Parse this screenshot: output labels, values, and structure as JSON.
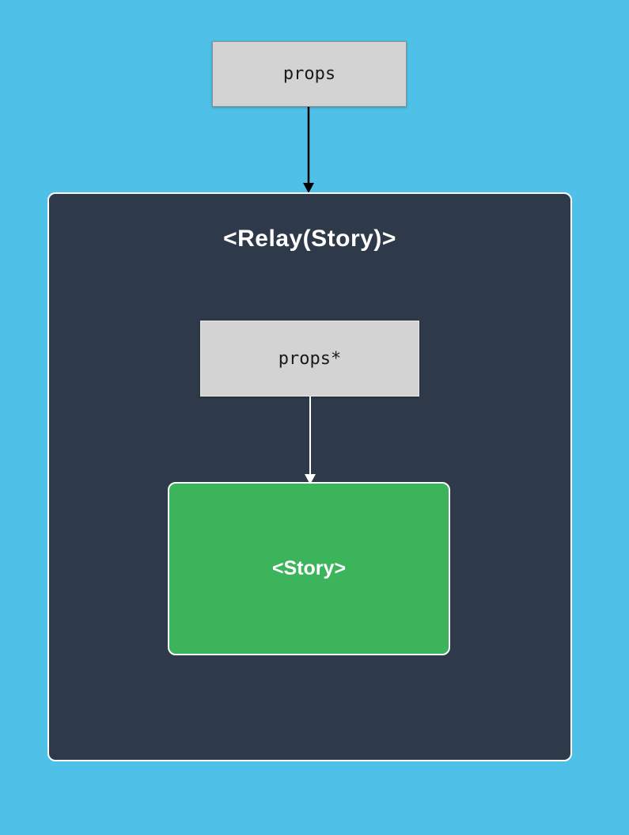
{
  "diagram": {
    "props_box_label": "props",
    "relay_title": "<Relay(Story)>",
    "props_star_label": "props*",
    "story_label": "<Story>"
  },
  "icons": {
    "arrow_props_to_relay": "down-arrow-icon",
    "arrow_props_star_to_story": "down-arrow-icon"
  },
  "colors": {
    "background": "#4FC1E9",
    "panel": "#2E3A49",
    "panel_border": "#FFFFFF",
    "gray_box": "#D3D3D3",
    "gray_box_border": "#8F8F8F",
    "green_box": "#3CB45C",
    "green_box_border": "#FFFFFF",
    "arrow_top": "#000000",
    "arrow_inner": "#FFFFFF",
    "title_text": "#FFFFFF",
    "mono_text": "#1A1A1A"
  }
}
